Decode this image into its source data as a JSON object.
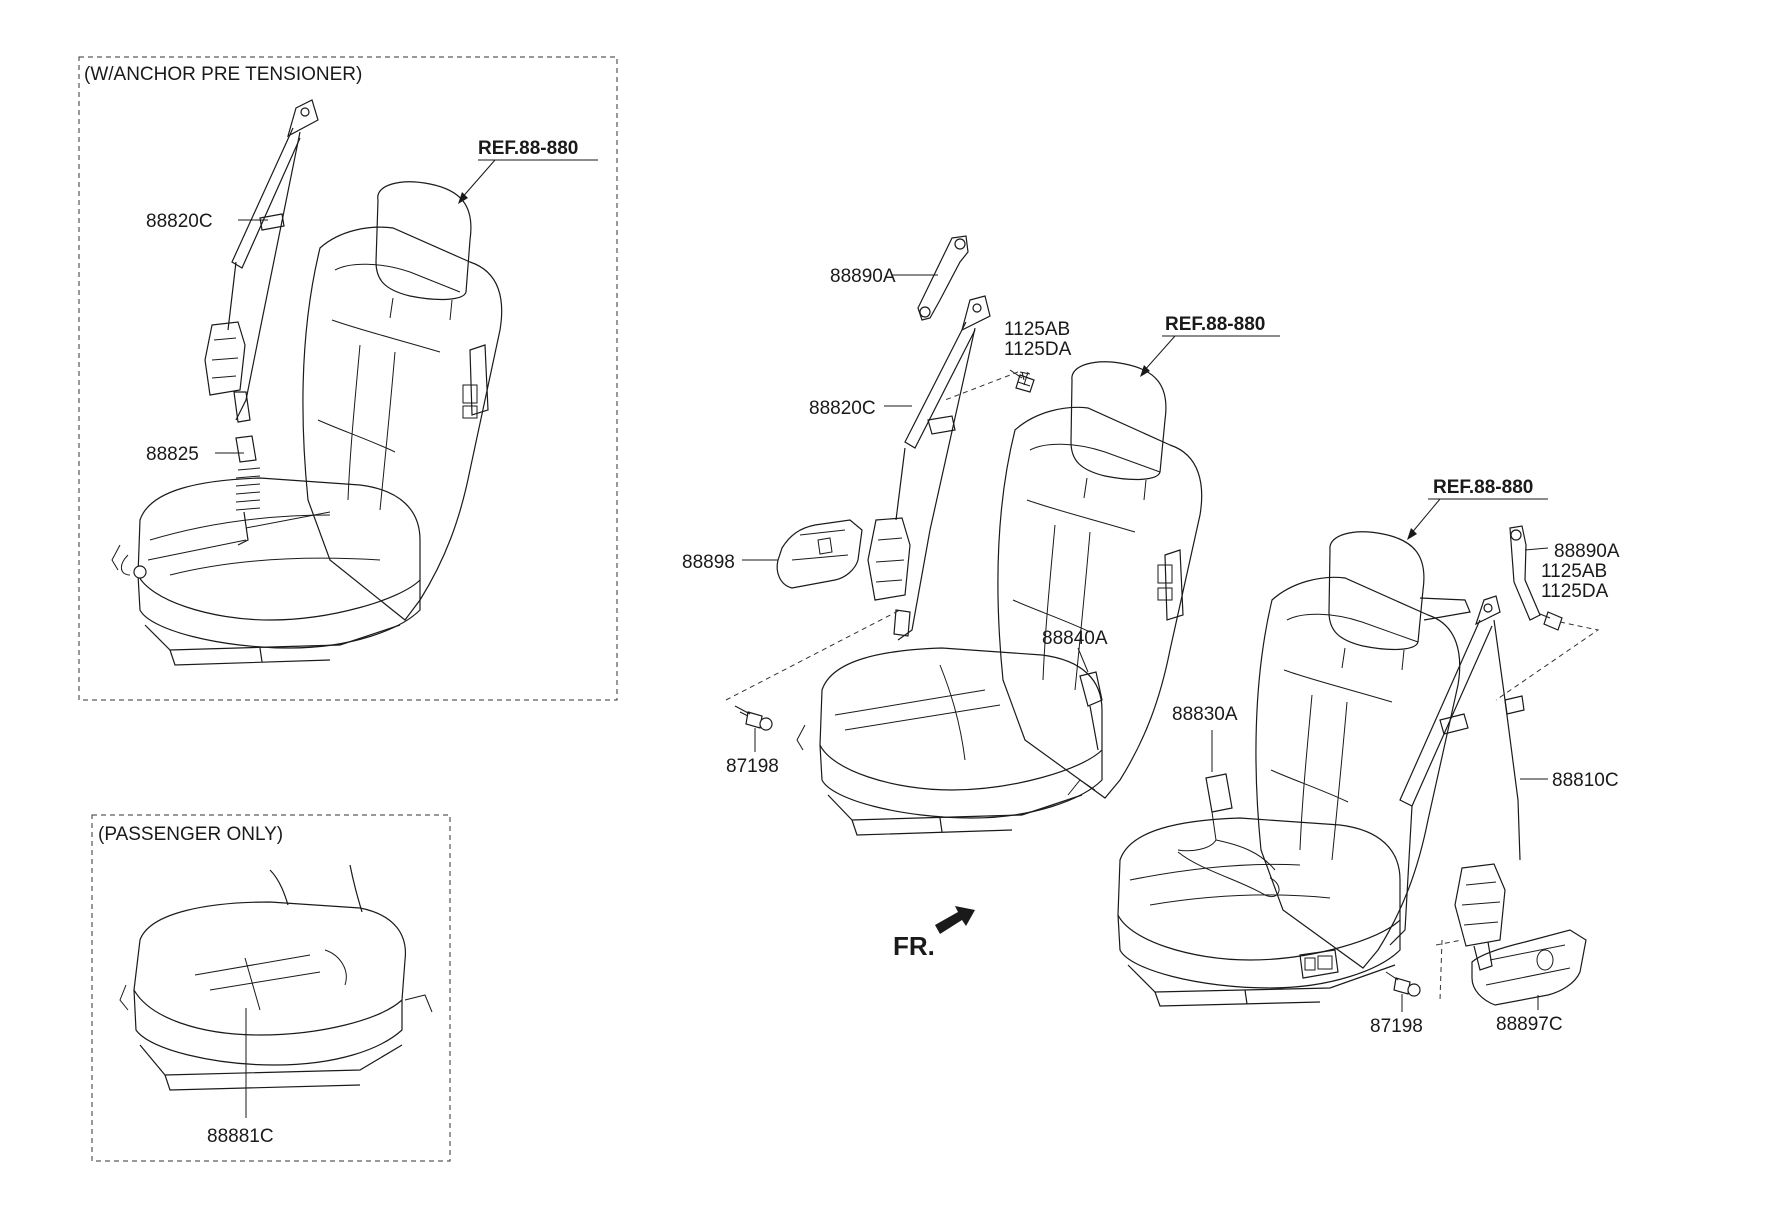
{
  "inset_titles": {
    "anchor": "(W/ANCHOR PRE TENSIONER)",
    "passenger": "(PASSENGER ONLY)"
  },
  "refs": {
    "ref1": "REF.88-880",
    "ref2": "REF.88-880",
    "ref3": "REF.88-880"
  },
  "direction": {
    "label": "FR."
  },
  "parts": {
    "p1_88820C": "88820C",
    "p1_88825": "88825",
    "p2_88890A": "88890A",
    "p2_1125AB": "1125AB",
    "p2_1125DA": "1125DA",
    "p2_88820C": "88820C",
    "p2_88898": "88898",
    "p2_88840A": "88840A",
    "p2_87198": "87198",
    "p3_88830A": "88830A",
    "p3_88890A": "88890A",
    "p3_1125AB": "1125AB",
    "p3_1125DA": "1125DA",
    "p3_88810C": "88810C",
    "p3_87198": "87198",
    "p3_88897C": "88897C",
    "p4_88881C": "88881C"
  }
}
